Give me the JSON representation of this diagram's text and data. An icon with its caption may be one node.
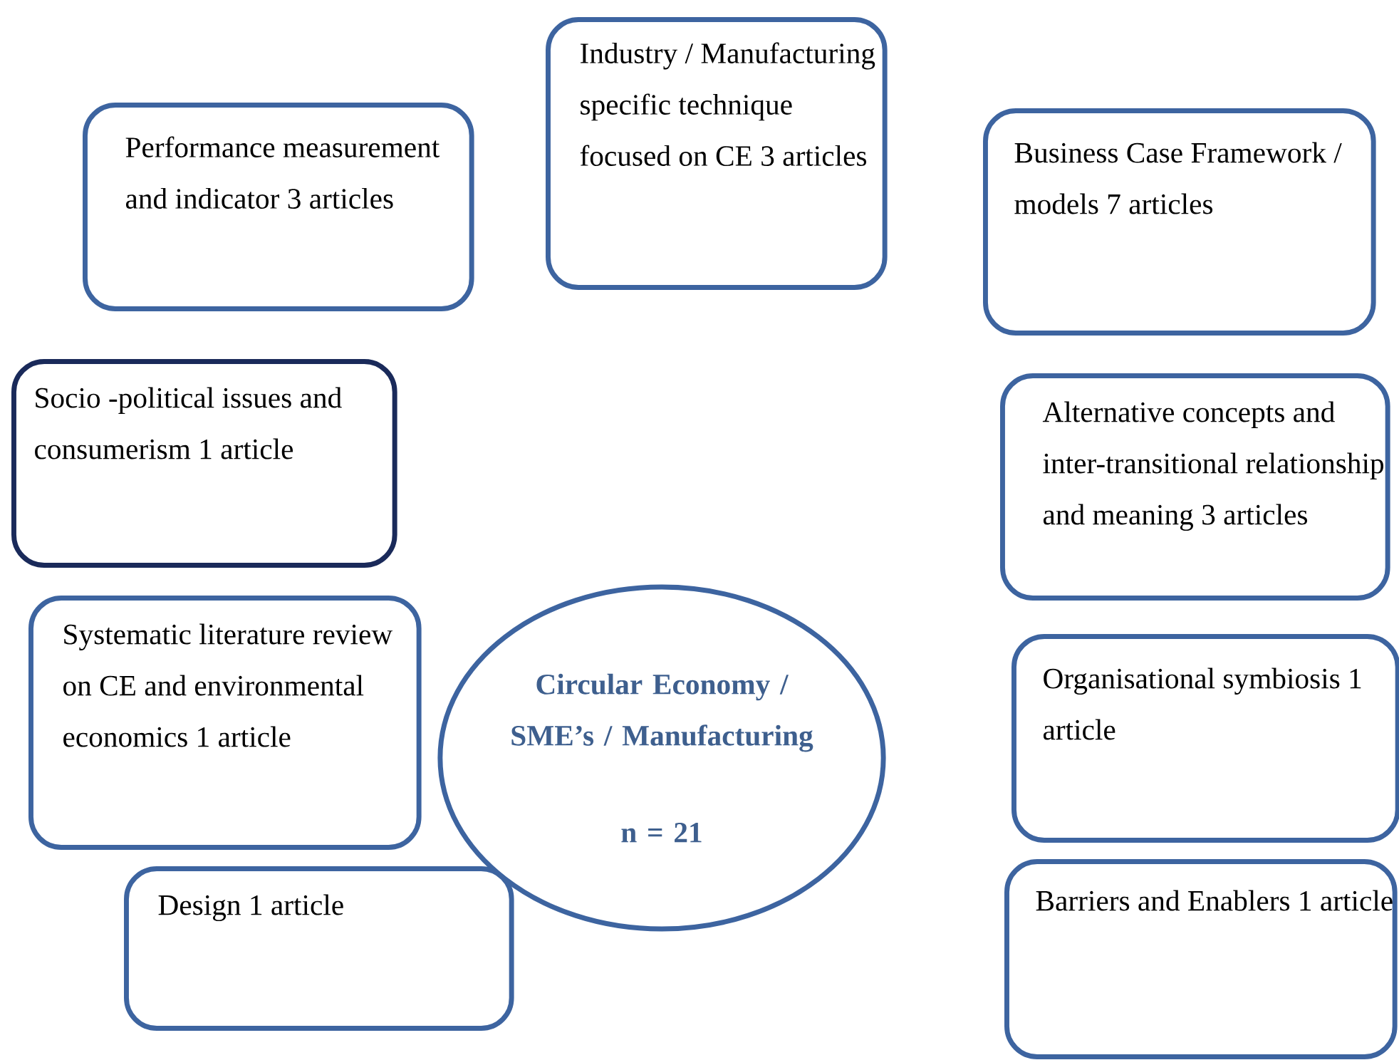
{
  "diagram": {
    "nodes": [
      {
        "text": [
          "Industry / Manufacturing specific technique focused on CE 3 articles"
        ]
      },
      {
        "text": [
          "Performance measurement and indicator 3 articles"
        ]
      },
      {
        "text": [
          "Business Case Framework / models 7 articles"
        ]
      },
      {
        "text": [
          "Socio -political issues and consumerism 1 article"
        ]
      },
      {
        "text": [
          "Alternative concepts and inter-transitional relationship and meaning 3 articles"
        ]
      },
      {
        "text": [
          "Systematic literature review on CE and environmental economics 1 article"
        ]
      },
      {
        "text": [
          "Circular Economy / SME’s / Manufacturing",
          "n = 21"
        ]
      },
      {
        "text": [
          "Organisational symbiosis 1 article"
        ]
      },
      {
        "text": [
          "Design 1 article"
        ]
      },
      {
        "text": [
          "Barriers and Enablers 1 article"
        ]
      }
    ]
  }
}
